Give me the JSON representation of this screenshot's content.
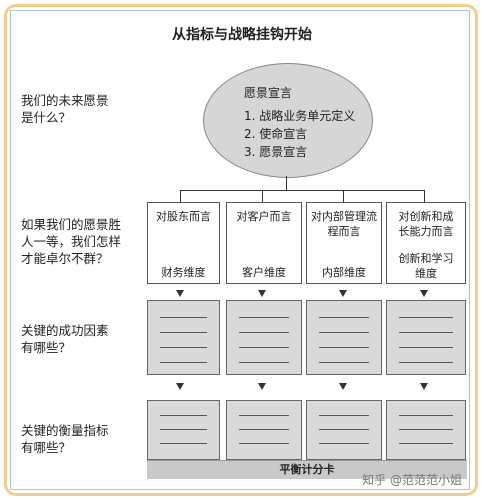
{
  "title": "从指标与战略挂钩开始",
  "questions": [
    [
      "我们的未来愿景",
      "是什么？"
    ],
    [
      "如果我们的愿景胜",
      "人一等，我们怎样",
      "才能卓尔不群？"
    ],
    [
      "关键的成功因素",
      "有哪些？"
    ],
    [
      "关键的衡量指标",
      "有哪些？"
    ]
  ],
  "vision": {
    "heading": "愿景宣言",
    "items": [
      "1. 战略业务单元定义",
      "2. 使命宣言",
      "3. 愿景宣言"
    ]
  },
  "perspectives": [
    {
      "label_lines": [
        "对股东而言"
      ],
      "dimension_lines": [
        "财务维度"
      ]
    },
    {
      "label_lines": [
        "对客户而言"
      ],
      "dimension_lines": [
        "客户维度"
      ]
    },
    {
      "label_lines": [
        "对内部管理流",
        "程而言"
      ],
      "dimension_lines": [
        "内部维度"
      ]
    },
    {
      "label_lines": [
        "对创新和成",
        "长能力而言"
      ],
      "dimension_lines": [
        "创新和学习",
        "维度"
      ]
    }
  ],
  "scorecard_label": "平衡计分卡",
  "watermark": "知乎 @范范范小姐"
}
